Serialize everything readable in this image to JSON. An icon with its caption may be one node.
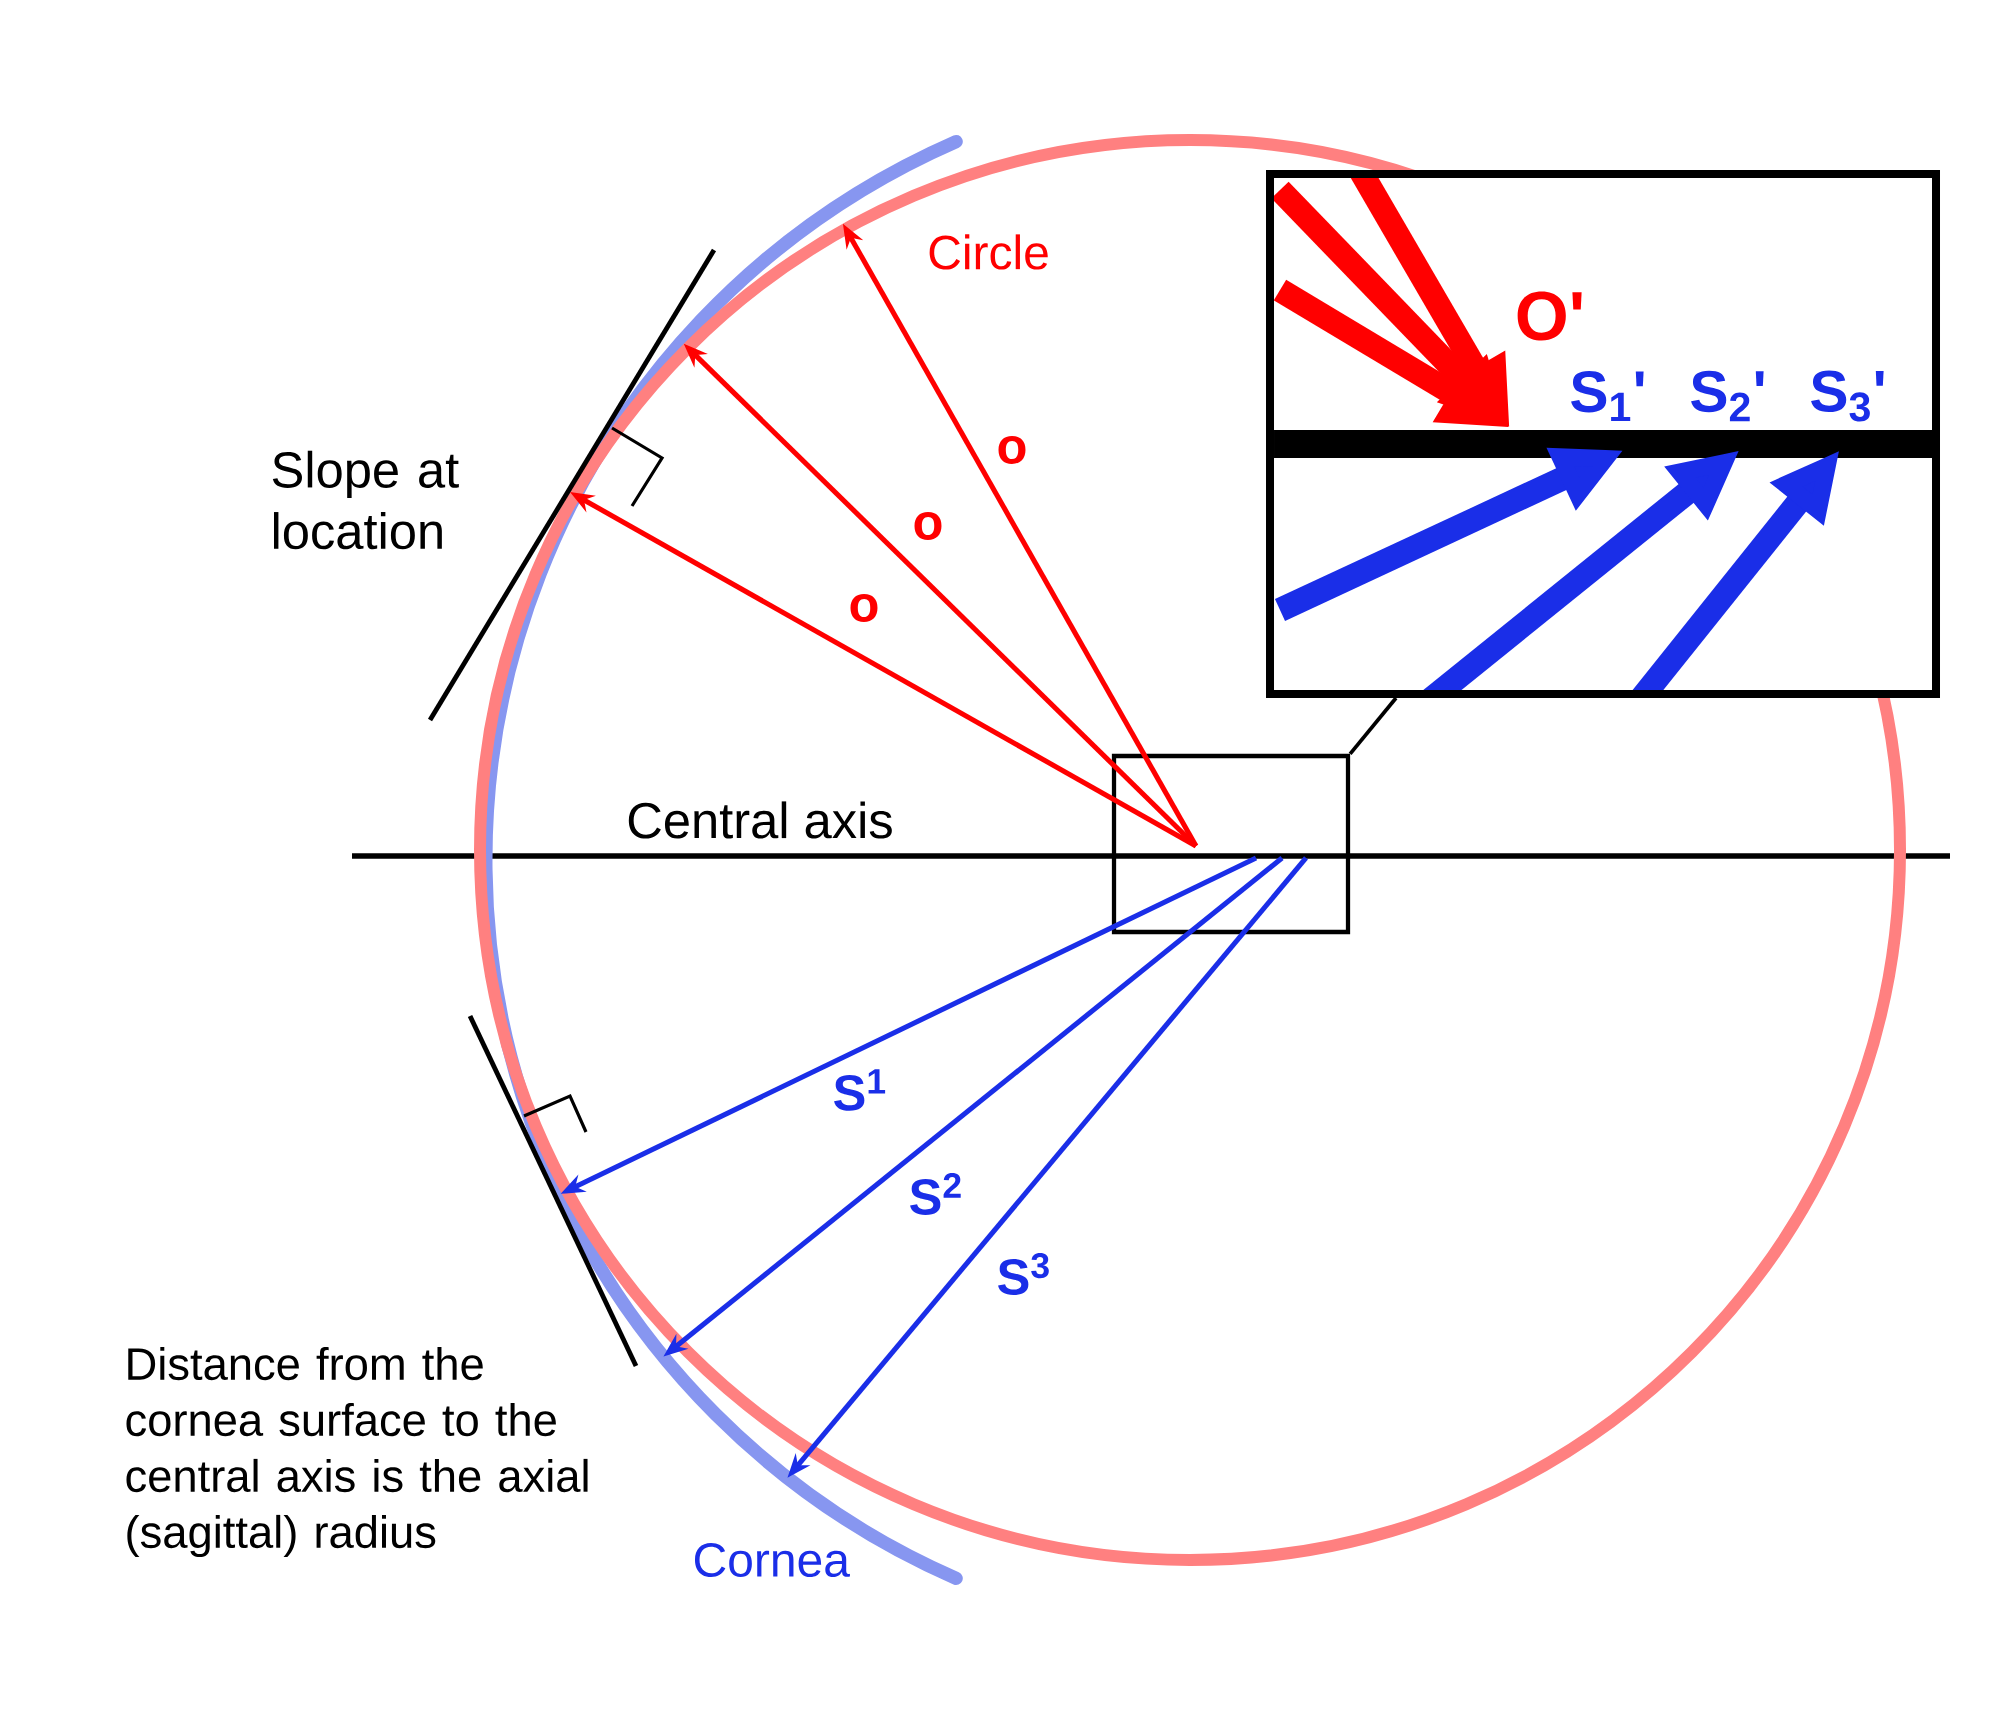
{
  "diagram": {
    "nodes": [
      {
        "text": [
          "Circle"
        ]
      },
      {
        "text": [],
        "shape": "box",
        "in": 0
      },
      {
        "text": [
          "O'",
          "S$_{1}$'",
          "S$_{2}$'",
          "S$_{3}$'"
        ]
      }
    ],
    "edges": [
      {
        "from": 1,
        "to": 0,
        "arrow": "to",
        "label": "o",
        "color": "#ff0000"
      },
      {
        "from": 1,
        "to": 0,
        "arrow": "to",
        "label": "o",
        "color": "#ff0000"
      },
      {
        "from": 1,
        "to": 0,
        "arrow": "to",
        "label": "o",
        "color": "#ff0000"
      },
      {
        "from": 1,
        "to": null,
        "arrow": "to",
        "label": "S$^{1}$",
        "color": "#1a2ee8"
      },
      {
        "from": 1,
        "to": null,
        "arrow": "to",
        "label": "S$^{2}$",
        "color": "#1a2ee8"
      },
      {
        "from": 1,
        "to": null,
        "arrow": "to",
        "label": "S$^{3}$",
        "color": "#1a2ee8"
      },
      {
        "from": 1,
        "to": 2,
        "arrow": "none",
        "color": "#000000"
      }
    ],
    "labels": [
      "Slope at location",
      "Central axis",
      "Distance from the cornea surface to the central axis is the axial (sagittal) radius",
      "Cornea"
    ]
  }
}
